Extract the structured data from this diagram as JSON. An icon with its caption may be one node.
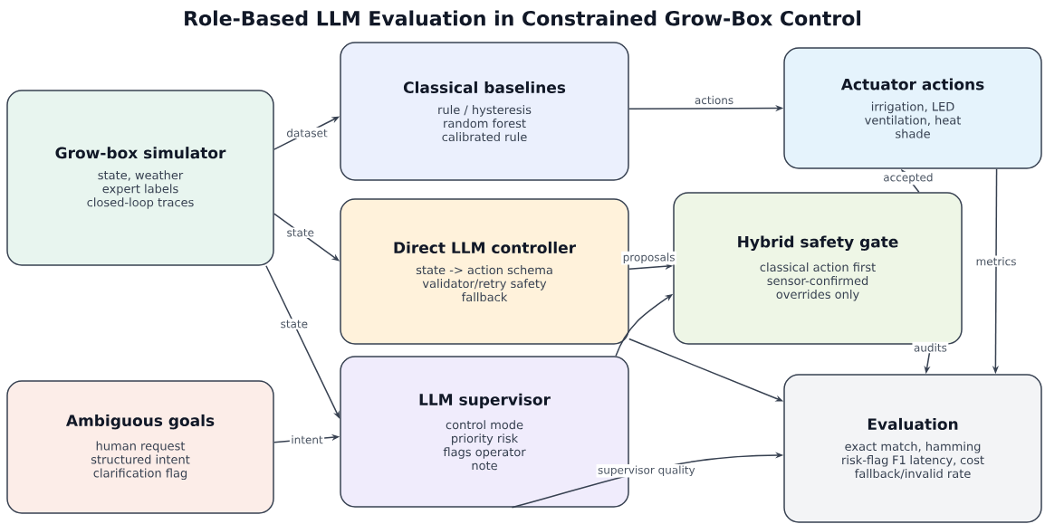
{
  "diagram": {
    "title": "Role-Based LLM Evaluation in Constrained Grow-Box Control",
    "nodes": [
      {
        "text": [
          "Grow-box simulator",
          "state, weather expert labels closed-loop traces"
        ]
      },
      {
        "text": [
          "Classical baselines",
          "rule / hysteresis random forest calibrated rule"
        ]
      },
      {
        "text": [
          "Actuator actions",
          "irrigation, LED ventilation, heat shade"
        ]
      },
      {
        "text": [
          "Direct LLM controller",
          "state -> action schema validator/retry safety fallback"
        ]
      },
      {
        "text": [
          "Hybrid safety gate",
          "classical action first sensor-confirmed overrides only"
        ]
      },
      {
        "text": [
          "Ambiguous goals",
          "human request structured intent clarification flag"
        ]
      },
      {
        "text": [
          "LLM supervisor",
          "control mode priority risk flags operator note"
        ]
      },
      {
        "text": [
          "Evaluation",
          "exact match, hamming risk-flag F1 latency, cost fallback/invalid rate"
        ]
      }
    ],
    "edges": [
      {
        "from": 0,
        "to": 1,
        "arrow": "to",
        "label": "dataset"
      },
      {
        "from": 0,
        "to": 3,
        "arrow": "to",
        "label": "state"
      },
      {
        "from": 0,
        "to": 6,
        "arrow": "to",
        "label": "state"
      },
      {
        "from": 5,
        "to": 6,
        "arrow": "to",
        "label": "intent"
      },
      {
        "from": 1,
        "to": 2,
        "arrow": "to",
        "label": "actions"
      },
      {
        "from": 3,
        "to": 4,
        "arrow": "to",
        "label": "proposals"
      },
      {
        "from": 6,
        "to": 4,
        "arrow": "to"
      },
      {
        "from": 4,
        "to": 2,
        "arrow": "to",
        "label": "accepted"
      },
      {
        "from": 2,
        "to": 7,
        "arrow": "to",
        "label": "metrics"
      },
      {
        "from": 4,
        "to": 7,
        "arrow": "to",
        "label": "audits"
      },
      {
        "from": 3,
        "to": 7,
        "arrow": "to"
      },
      {
        "from": 6,
        "to": 7,
        "arrow": "to",
        "label": "supervisor quality"
      }
    ]
  }
}
